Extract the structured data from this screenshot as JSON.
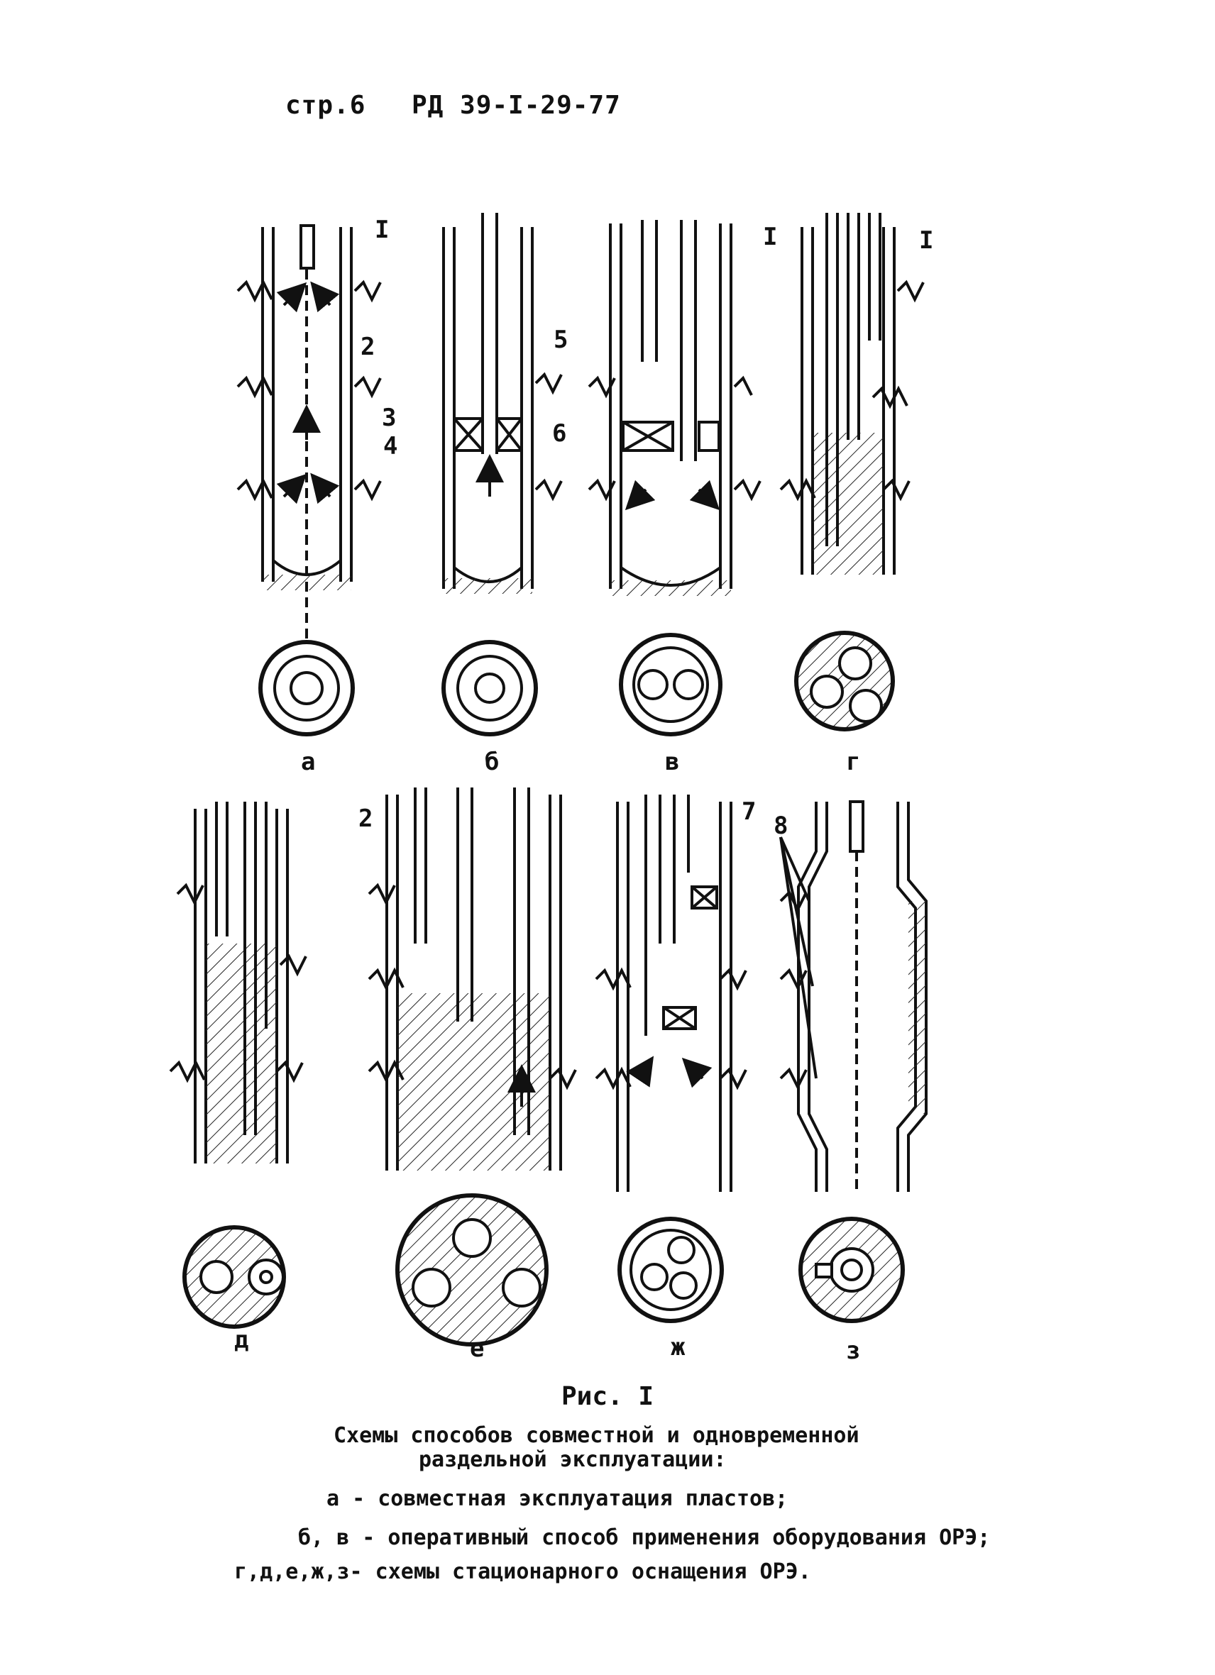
{
  "header": {
    "page": "стр.6",
    "doc": "РД 39-I-29-77"
  },
  "figure": {
    "panel_labels": [
      "а",
      "б",
      "в",
      "г",
      "д",
      "е",
      "ж",
      "з"
    ],
    "numbers": {
      "a_1": "I",
      "a_2": "2",
      "a_3": "3",
      "a_4": "4",
      "b_5": "5",
      "b_6": "6",
      "v_1": "I",
      "g_1": "I",
      "e_2": "2",
      "zh_7": "7",
      "z_8": "8"
    }
  },
  "caption": {
    "title": "Рис. I",
    "line1": "Схемы способов совместной и одновременной",
    "line2": "раздельной эксплуатации:",
    "line3": "а - совместная эксплуатация пластов;",
    "line4": "б, в - оперативный способ применения оборудования ОРЭ;",
    "line5": "г,д,е,ж,з- схемы стационарного оснащения ОРЭ."
  }
}
